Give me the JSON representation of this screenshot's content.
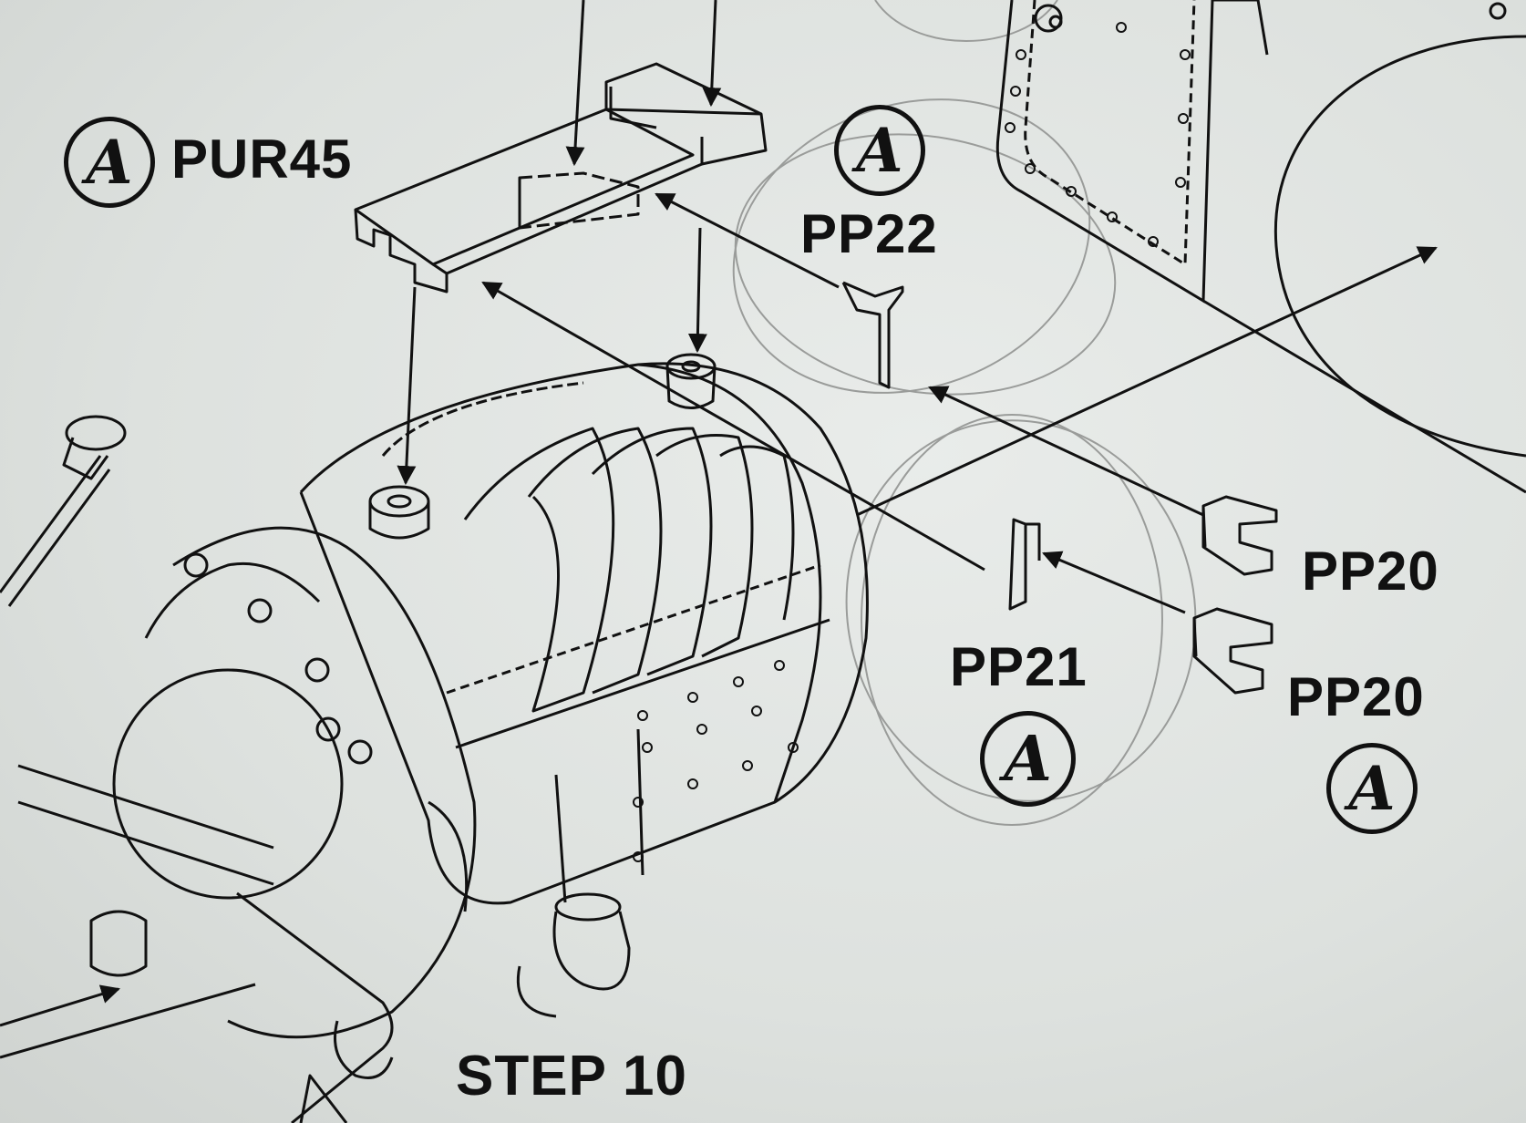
{
  "title": "STEP 10",
  "parts": {
    "pur45": "PUR45",
    "pp22": "PP22",
    "pp21": "PP21",
    "pp20_upper": "PP20",
    "pp20_lower": "PP20"
  },
  "sprue_marks": {
    "pur45": "A",
    "pp22": "A",
    "pp21": "A",
    "pp20": "A"
  },
  "colors": {
    "ink": "#111111",
    "paper": "#dfe3e0",
    "pencil": "#9a9c9a"
  }
}
